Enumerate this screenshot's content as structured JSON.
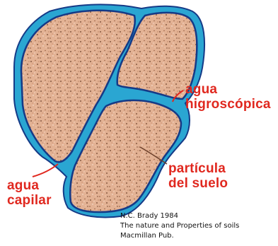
{
  "labels": {
    "hygroscopic_water": [
      "agua",
      "higroscópica"
    ],
    "capillary_water": [
      "agua",
      "capilar"
    ],
    "soil_particle": [
      "partícula",
      "del suelo"
    ]
  },
  "citation": [
    "N.C. Brady 1984",
    "The nature and Properties of soils",
    "Macmillan Pub."
  ],
  "colors": {
    "water": "#2aa6d2",
    "particle_fill": "#e3b294",
    "outline": "#153a87",
    "label": "#e0281f",
    "speckle_dark": "#6b3f2a",
    "speckle_light": "#fbece2"
  }
}
